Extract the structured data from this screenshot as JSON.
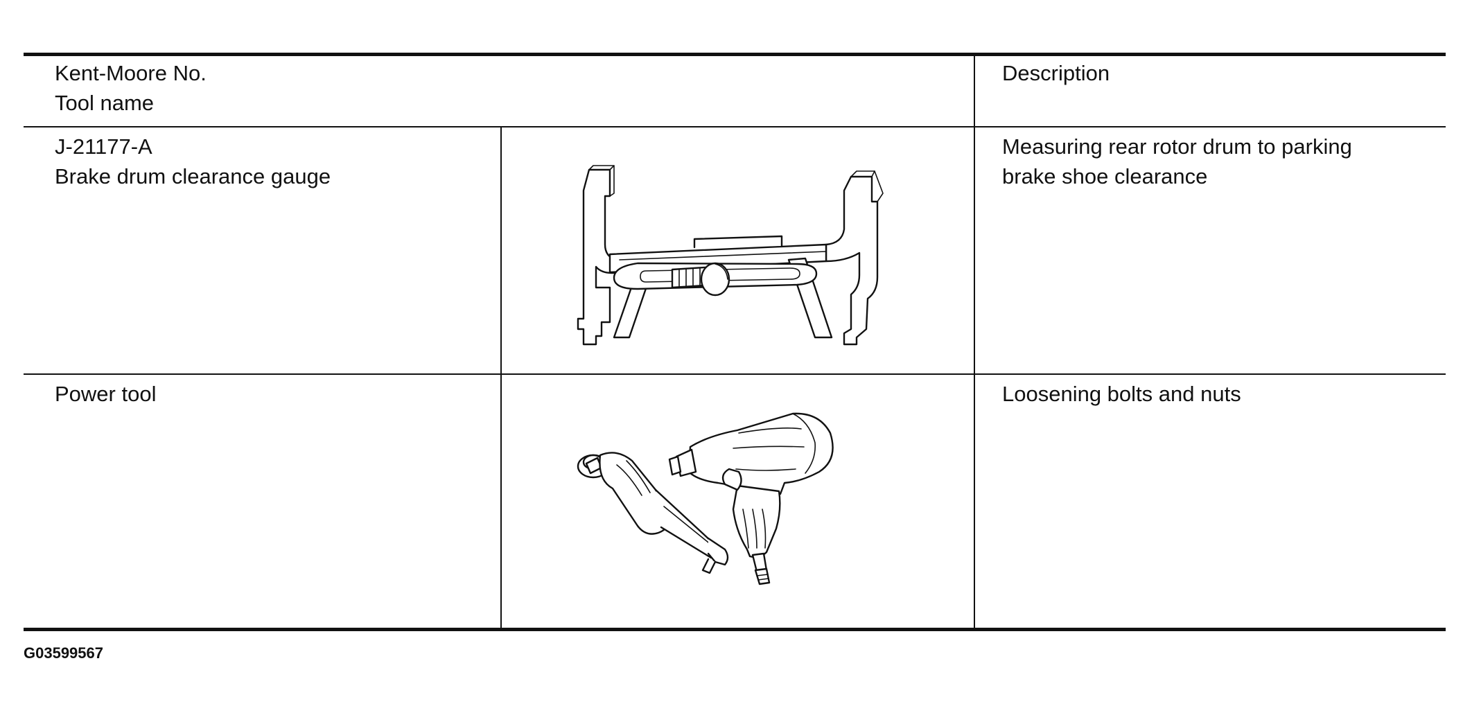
{
  "table": {
    "header": {
      "col1_line1": "Kent-Moore No.",
      "col1_line2": "Tool name",
      "col3": "Description"
    },
    "rows": [
      {
        "tool_number": "J-21177-A",
        "tool_name": "Brake drum clearance gauge",
        "illustration_icon": "brake-drum-clearance-gauge",
        "description_line1": "Measuring rear rotor drum to parking",
        "description_line2": "brake shoe clearance"
      },
      {
        "tool_number": "",
        "tool_name": "Power tool",
        "illustration_icon": "air-ratchet-and-impact-wrench",
        "description_line1": "Loosening bolts and nuts",
        "description_line2": ""
      }
    ]
  },
  "footer": {
    "figure_code": "G03599567"
  }
}
